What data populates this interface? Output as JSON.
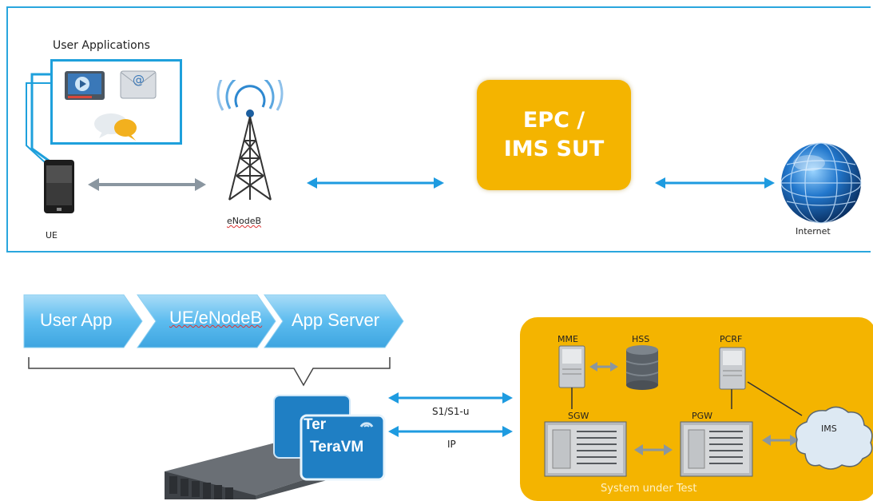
{
  "top_panel": {
    "user_apps_label": "User Applications",
    "ue_label": "UE",
    "enodeb_label": "eNodeB",
    "epc_line1": "EPC /",
    "epc_line2": "IMS SUT",
    "internet_label": "Internet"
  },
  "bottom_panel": {
    "chevrons": [
      "User App",
      "UE/eNodeB",
      "App Server"
    ],
    "teravm_label": "TeraVM",
    "teravm_partial_label": "Ter",
    "link_s1_label": "S1/S1-u",
    "link_ip_label": "IP",
    "sut": {
      "mme": "MME",
      "hss": "HSS",
      "pcrf": "PCRF",
      "sgw": "SGW",
      "pgw": "PGW",
      "ims": "IMS",
      "caption": "System under Test"
    }
  },
  "colors": {
    "frame_blue": "#2aa6dd",
    "arrow_blue": "#1e9be0",
    "arrow_gray": "#8a96a0",
    "sut_orange": "#f4b400",
    "chevron_blue": "#5cbcef",
    "teravm_blue": "#1f7fc4"
  },
  "icons": [
    "phone-icon",
    "video-player-icon",
    "email-icon",
    "chat-bubbles-icon",
    "cell-tower-icon",
    "globe-icon",
    "server-icon",
    "database-icon",
    "cloud-icon",
    "rack-server-icon"
  ]
}
